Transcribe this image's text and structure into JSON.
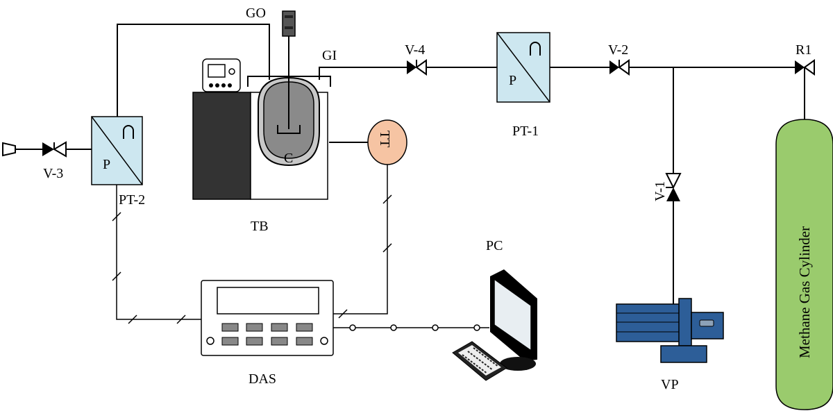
{
  "labels": {
    "go": "GO",
    "gi": "GI",
    "v4": "V-4",
    "v2": "V-2",
    "v3": "V-3",
    "v1": "V-1",
    "r1": "R1",
    "pt1": "PT-1",
    "pt2": "PT-2",
    "tb": "TB",
    "tt": "TT",
    "c": "C",
    "p1": "P",
    "p2": "P",
    "pc": "PC",
    "das": "DAS",
    "vp": "VP",
    "cylinder": "Methane Gas Cylinder"
  },
  "colors": {
    "transmitter_fill": "#cde7f0",
    "thermometer_fill": "#f6c4a3",
    "cylinder_fill": "#9acb6d",
    "pump_fill": "#2d5e98",
    "bath_fill": "#333333",
    "reactor_fill": "#8a8a8a"
  },
  "icons": [
    "valve-icon",
    "pressure-transmitter-icon",
    "thermometer-icon",
    "monitor-icon",
    "keyboard-icon",
    "vacuum-pump-icon",
    "vent-icon"
  ]
}
